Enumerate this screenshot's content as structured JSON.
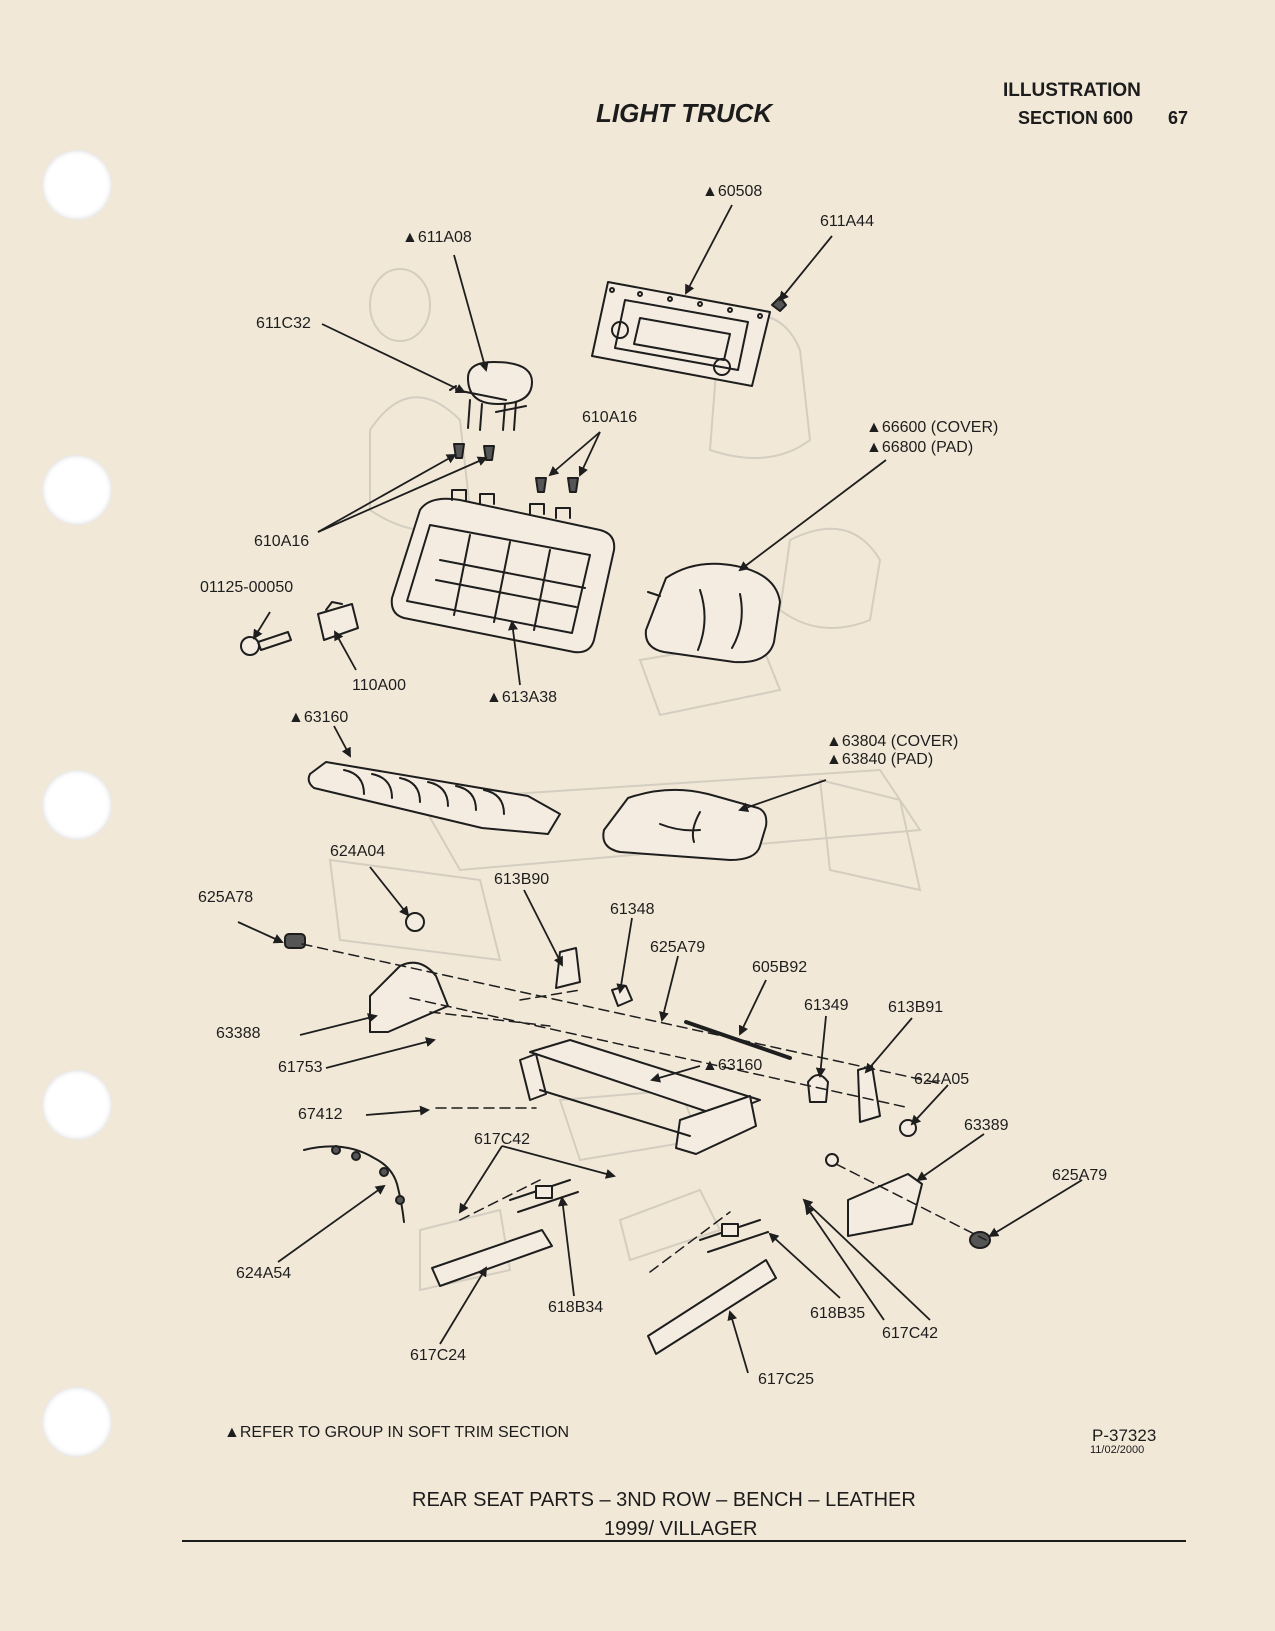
{
  "header": {
    "category": "LIGHT TRUCK",
    "illustration": "ILLUSTRATION",
    "section": "SECTION 600",
    "page_number": "67"
  },
  "parts": {
    "p60508": "▲60508",
    "p611A44": "611A44",
    "p611A08": "▲611A08",
    "p611C32": "611C32",
    "p610A16_top": "610A16",
    "p610A16_left": "610A16",
    "p66600": "▲66600 (COVER)",
    "p66800": "▲66800 (PAD)",
    "p01125": "01125-00050",
    "p110A00": "110A00",
    "p613A38": "▲613A38",
    "p63160_top": "▲63160",
    "p63804": "▲63804 (COVER)",
    "p63840": "▲63840 (PAD)",
    "p624A04": "624A04",
    "p625A78": "625A78",
    "p613B90": "613B90",
    "p61348": "61348",
    "p625A79_mid": "625A79",
    "p605B92": "605B92",
    "p61349": "61349",
    "p613B91": "613B91",
    "p63388": "63388",
    "p61753": "61753",
    "p63160_mid": "▲63160",
    "p624A05": "624A05",
    "p67412": "67412",
    "p63389": "63389",
    "p617C42_left": "617C42",
    "p625A79_right": "625A79",
    "p624A54": "624A54",
    "p618B34": "618B34",
    "p618B35": "618B35",
    "p617C42_right": "617C42",
    "p617C24": "617C24",
    "p617C25": "617C25"
  },
  "footer": {
    "note": "▲REFER TO GROUP IN SOFT TRIM SECTION",
    "illustration_number": "P-37323",
    "date": "11/02/2000",
    "title": "REAR SEAT PARTS – 3ND ROW – BENCH – LEATHER",
    "subtitle": "1999/ VILLAGER"
  }
}
